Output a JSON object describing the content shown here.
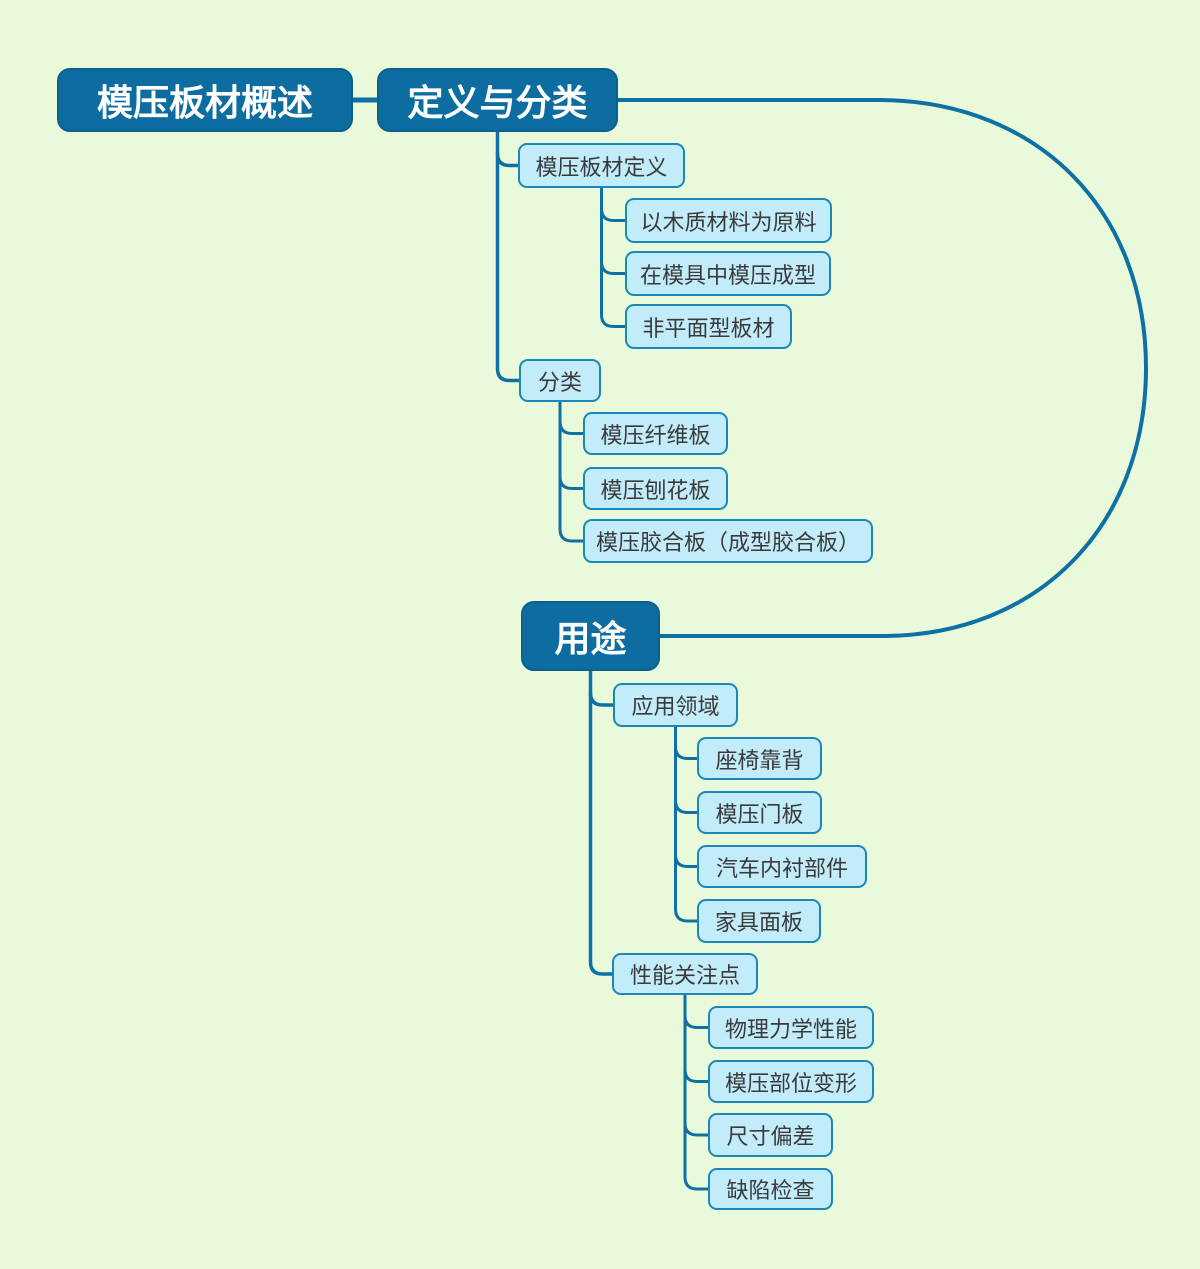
{
  "colors": {
    "background": "#e9fadb",
    "main-topic-fill": "#0d6da0",
    "main-topic-border": "#0b618d",
    "main-topic-text": "#ffffff",
    "subtopic-fill": "#c3ecfb",
    "subtopic-border": "#1b86b9",
    "subtopic-text": "#3a3a3a",
    "connector": "#0f70a4"
  },
  "mindmap": {
    "root": {
      "label": "模压板材概述"
    },
    "branches": [
      {
        "label": "定义与分类",
        "children": [
          {
            "label": "模压板材定义",
            "children": [
              {
                "label": "以木质材料为原料"
              },
              {
                "label": "在模具中模压成型"
              },
              {
                "label": "非平面型板材"
              }
            ]
          },
          {
            "label": "分类",
            "children": [
              {
                "label": "模压纤维板"
              },
              {
                "label": "模压刨花板"
              },
              {
                "label": "模压胶合板（成型胶合板）"
              }
            ]
          }
        ]
      },
      {
        "label": "用途",
        "children": [
          {
            "label": "应用领域",
            "children": [
              {
                "label": "座椅靠背"
              },
              {
                "label": "模压门板"
              },
              {
                "label": "汽车内衬部件"
              },
              {
                "label": "家具面板"
              }
            ]
          },
          {
            "label": "性能关注点",
            "children": [
              {
                "label": "物理力学性能"
              },
              {
                "label": "模压部位变形"
              },
              {
                "label": "尺寸偏差"
              },
              {
                "label": "缺陷检查"
              }
            ]
          }
        ]
      }
    ]
  }
}
